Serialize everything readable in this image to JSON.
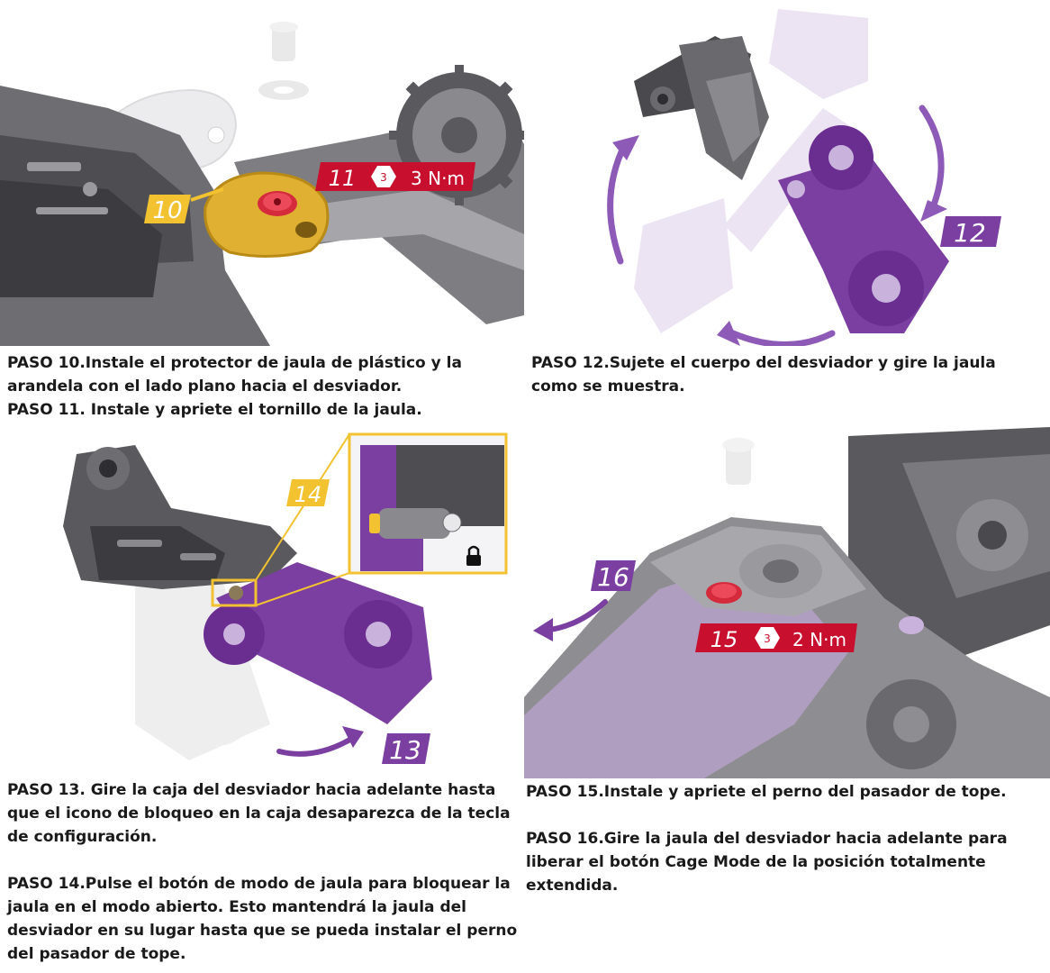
{
  "panels": {
    "p1": {
      "callouts": {
        "step10": "10",
        "step11": "11",
        "hex": "3",
        "torque": "3 N·m"
      },
      "captions": [
        "PASO 10.Instale el protector de jaula de plástico y la arandela con el lado plano hacia el desviador.",
        "PASO 11. Instale y apriete el tornillo de la jaula."
      ]
    },
    "p2": {
      "callouts": {
        "step12": "12"
      },
      "captions": [
        "PASO 12.Sujete el cuerpo del desviador y gire la jaula como se muestra."
      ]
    },
    "p3": {
      "callouts": {
        "step13": "13",
        "step14": "14"
      },
      "captions": [
        "PASO 13. Gire la caja del desviador hacia adelante hasta que el icono de bloqueo en la caja desaparezca de la tecla de configuración.",
        "PASO 14.Pulse el botón de modo de jaula para bloquear la jaula en el modo abierto. Esto mantendrá la jaula del desviador en su lugar hasta que se pueda instalar el perno del pasador de tope."
      ]
    },
    "p4": {
      "callouts": {
        "step15": "15",
        "step16": "16",
        "hex": "3",
        "torque": "2 N·m"
      },
      "captions": [
        "PASO 15.Instale y apriete el perno del pasador de tope.",
        "PASO 16.Gire la jaula del desviador hacia adelante para liberar el botón Cage Mode de la posición totalmente extendida."
      ]
    }
  },
  "colors": {
    "purple": "#7a3fa0",
    "purple_light": "#c9b3dc",
    "yellow": "#f2c230",
    "red": "#c8102e",
    "gray_dark": "#4a4a4c",
    "gray_mid": "#8a8a8d",
    "gray_light": "#d9d9db"
  },
  "icons": [
    "lock-icon",
    "hex-key-icon",
    "rotate-arrow-icon"
  ]
}
